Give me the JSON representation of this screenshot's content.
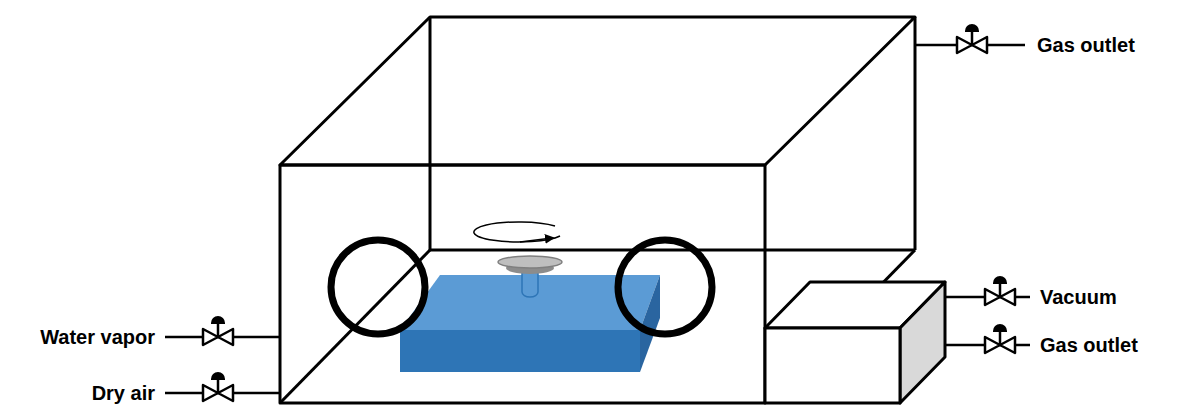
{
  "diagram": {
    "labels": [
      "Gas outlet",
      "Vacuum",
      "Water vapor",
      "Gas outlet",
      "Dry air"
    ]
  }
}
